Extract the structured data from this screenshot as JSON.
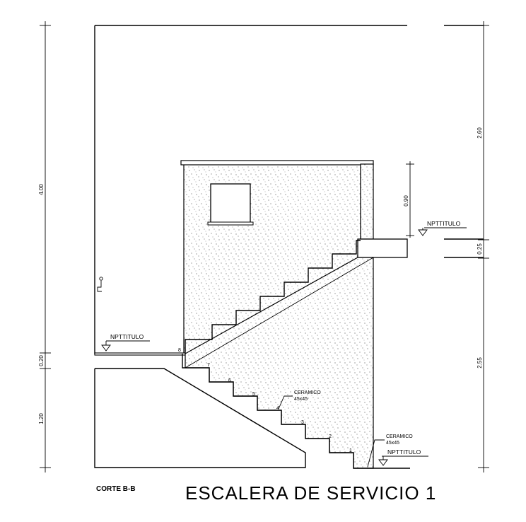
{
  "dimensions": {
    "left_top": "4.00",
    "left_mid": "0.20",
    "left_bottom": "1.20",
    "right_top": "2.60",
    "right_window": "0.90",
    "right_mid": "0.25",
    "right_bottom": "2.55"
  },
  "levels": {
    "upper": "NPTTITULO",
    "middle": "NPTTITULO",
    "lower": "NPTTITULO"
  },
  "notes": {
    "ceramic_1_line1": "CERAMICO",
    "ceramic_1_line2": "45x45",
    "ceramic_2_line1": "CERAMICO",
    "ceramic_2_line2": "45x45"
  },
  "steps": [
    "8",
    "7",
    "6",
    "5",
    "4",
    "3",
    "2",
    "1"
  ],
  "section_label": "CORTE B-B",
  "title": "ESCALERA DE SERVICIO 1"
}
